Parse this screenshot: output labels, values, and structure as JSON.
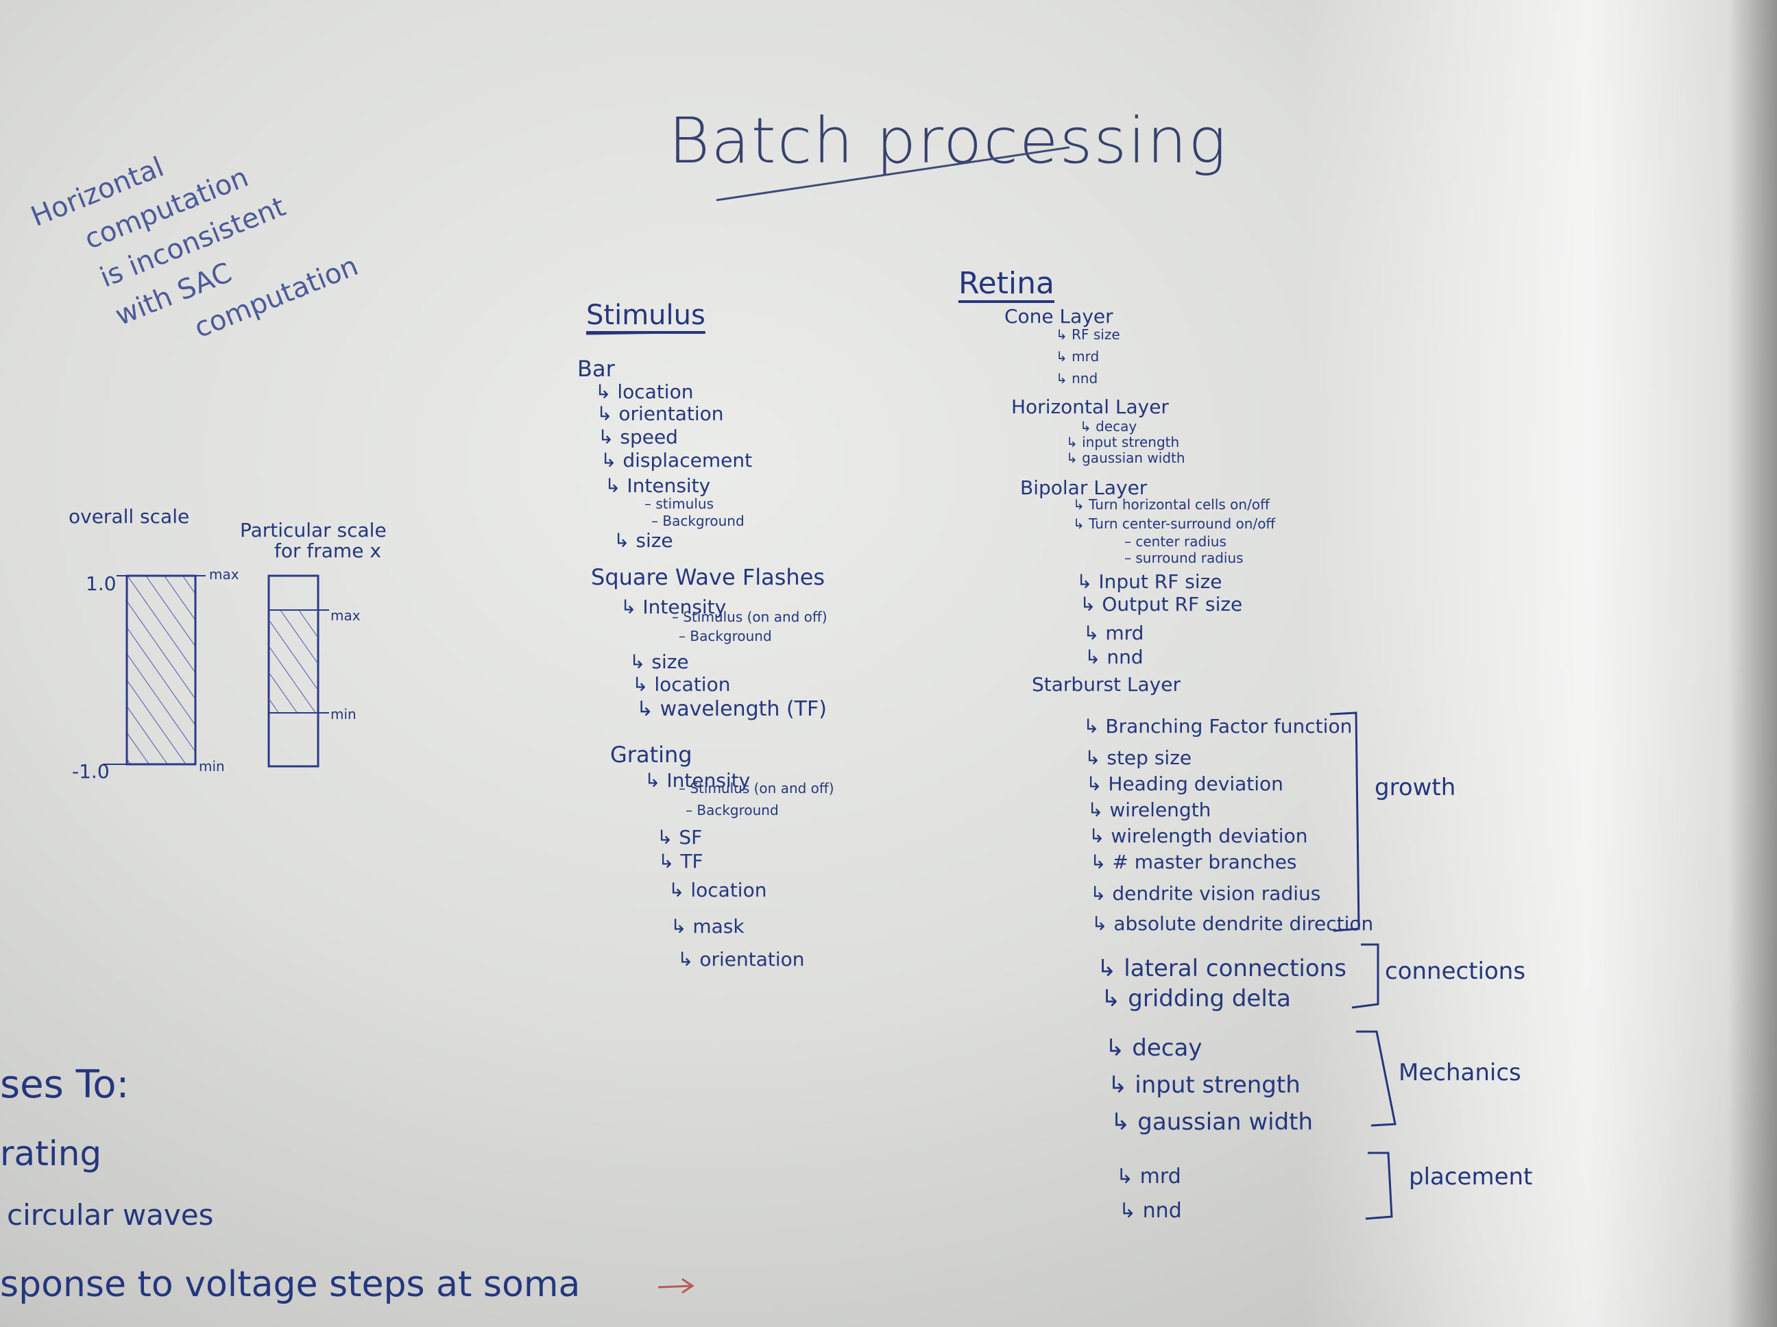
{
  "title": "Batch processing",
  "note": [
    "Horizontal",
    "computation",
    "is inconsistent",
    "with SAC",
    "computation"
  ],
  "scale": {
    "overall_label": "overall scale",
    "particular_label": [
      "Particular scale",
      "for frame x"
    ],
    "top_tick": "1.0",
    "bottom_tick": "-1.0",
    "max": "max",
    "min": "min",
    "max2": "max",
    "min2": "min"
  },
  "stimulus": {
    "header": "Stimulus",
    "bar": {
      "label": "Bar",
      "items": [
        "↳ location",
        "↳ orientation",
        "↳ speed",
        "↳ displacement",
        "↳ Intensity"
      ],
      "intensity_sub": [
        "– stimulus",
        "– Background"
      ],
      "size": "↳ size"
    },
    "square": {
      "label": "Square Wave Flashes",
      "intensity": "↳ Intensity",
      "intensity_sub": [
        "– Stimulus (on and off)",
        "– Background"
      ],
      "items": [
        "↳ size",
        "↳ location",
        "↳ wavelength (TF)"
      ]
    },
    "grating": {
      "label": "Grating",
      "intensity": "↳ Intensity",
      "intensity_sub": [
        "– Stimulus (on and off)",
        "– Background"
      ],
      "items": [
        "↳ SF",
        "↳ TF",
        "↳ location",
        "↳ mask",
        "↳ orientation"
      ]
    }
  },
  "retina": {
    "header": "Retina",
    "cone": {
      "label": "Cone Layer",
      "items": [
        "↳ RF size",
        "↳ mrd",
        "↳ nnd"
      ]
    },
    "horizontal": {
      "label": "Horizontal Layer",
      "items": [
        "↳ decay",
        "↳ input strength",
        "↳ gaussian width"
      ]
    },
    "bipolar": {
      "label": "Bipolar Layer",
      "items": [
        "↳ Turn horizontal cells on/off",
        "↳ Turn center-surround on/off"
      ],
      "sub": [
        "– center radius",
        "– surround radius"
      ],
      "items2": [
        "↳ Input RF size",
        "↳ Output RF size",
        "↳ mrd",
        "↳ nnd"
      ]
    },
    "starburst": {
      "label": "Starburst Layer",
      "growth": [
        "↳ Branching Factor function",
        "↳ step size",
        "↳ Heading deviation",
        "↳ wirelength",
        "↳ wirelength deviation",
        "↳ # master branches",
        "↳ dendrite vision radius",
        "↳ absolute dendrite direction"
      ],
      "connections": [
        "↳ lateral connections",
        "↳ gridding delta"
      ],
      "mechanics": [
        "↳ decay",
        "↳ input strength",
        "↳ gaussian width"
      ],
      "placement": [
        "↳ mrd",
        "↳ nnd"
      ],
      "groups": [
        "growth",
        "connections",
        "Mechanics",
        "placement"
      ]
    }
  },
  "bottom": {
    "todo": "ses To:",
    "lines": [
      "rating",
      "circular waves",
      "sponse to voltage steps at soma"
    ]
  },
  "colors": {
    "board": "#e2e3e0",
    "ink": "#24367e"
  }
}
